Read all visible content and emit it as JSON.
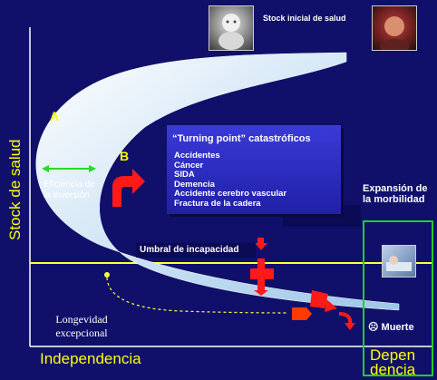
{
  "y_axis_label": "Stock de salud",
  "x_left_label": "Independencia",
  "x_right_label_1": "Depen",
  "x_right_label_2": "dencia",
  "stock_inicial_label": "Stock inicial de salud",
  "region_a_label": "A",
  "region_b_label": "B",
  "eficiencia_label": "Eficiencia de la inversión",
  "turning_point": {
    "title": "“Turning point” catastróficos",
    "items": [
      "Accidentes",
      "Cáncer",
      "SIDA",
      "Demencia",
      "Accidente cerebro vascular",
      "Fractura de la cadera"
    ]
  },
  "expansion_label": "Expansión de la morbilidad",
  "umbral_label": "Umbral de incapacidad",
  "longevidad_label": "Longevidad excepcional",
  "muerte_label": "Muerte",
  "colors": {
    "background": "#10106b",
    "axis_text": "#ffff00",
    "curve": "#cfe6f7",
    "arrow_red": "#ff1a1a",
    "threshold_line": "#ffff40",
    "expansion_border": "#20d020",
    "efficiency_arrow": "#20e020"
  },
  "icons": [
    "baby-photo",
    "elderly-photo",
    "patient-photo",
    "frown-face-icon"
  ]
}
